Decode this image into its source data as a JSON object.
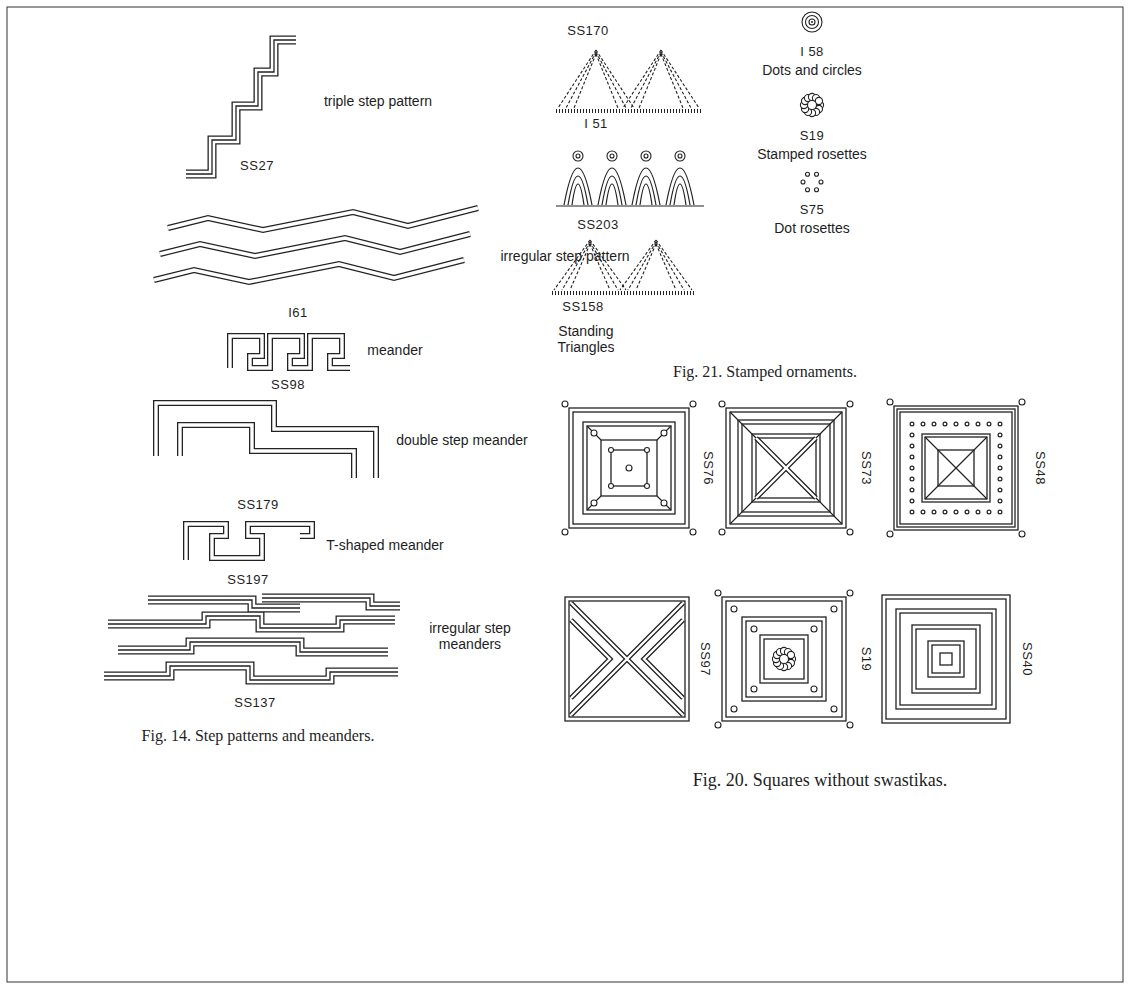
{
  "diagram": {
    "labels": [
      "triple step pattern",
      "SS27",
      "irregular step pattern",
      "I61",
      "meander",
      "SS98",
      "double step meander",
      "SS179",
      "T-shaped meander",
      "SS197",
      "irregular step meanders",
      "SS137",
      "Fig. 14. Step patterns and meanders.",
      "SS170",
      "I 51",
      "SS203",
      "SS158",
      "Standing Triangles",
      "I 58",
      "Dots and circles",
      "S19",
      "Stamped rosettes",
      "S75",
      "Dot rosettes",
      "Fig. 21. Stamped ornaments.",
      "SS76",
      "SS73",
      "SS48",
      "SS97",
      "S19",
      "SS40",
      "Fig. 20. Squares without swastikas."
    ]
  }
}
